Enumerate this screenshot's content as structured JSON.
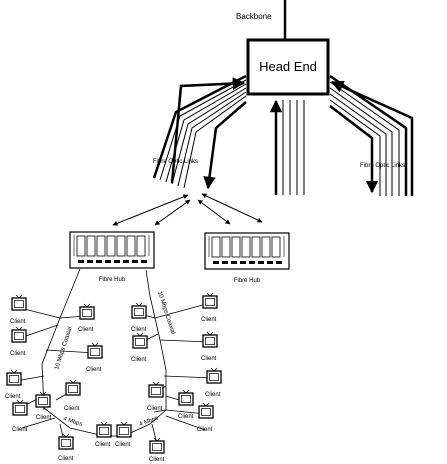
{
  "labels": {
    "backbone": "Backbone",
    "head_end": "Head End",
    "fibre_optic_left": "Fibre Optic Links",
    "fibre_optic_right": "Fibre Optic Links",
    "fibre_hub": "Fibre Hub",
    "coax_left": "10 Mbps Coaxial",
    "coax_right": "10 Mbps Coaxial",
    "mbps_bottom_left": "4 Mbps",
    "mbps_bottom_right": "4 Mbps",
    "client": "Client"
  },
  "colors": {
    "ink": "#000000",
    "background": "#ffffff"
  },
  "icons": {
    "client": "tv-monitor-icon",
    "hub": "fibre-hub-icon"
  }
}
